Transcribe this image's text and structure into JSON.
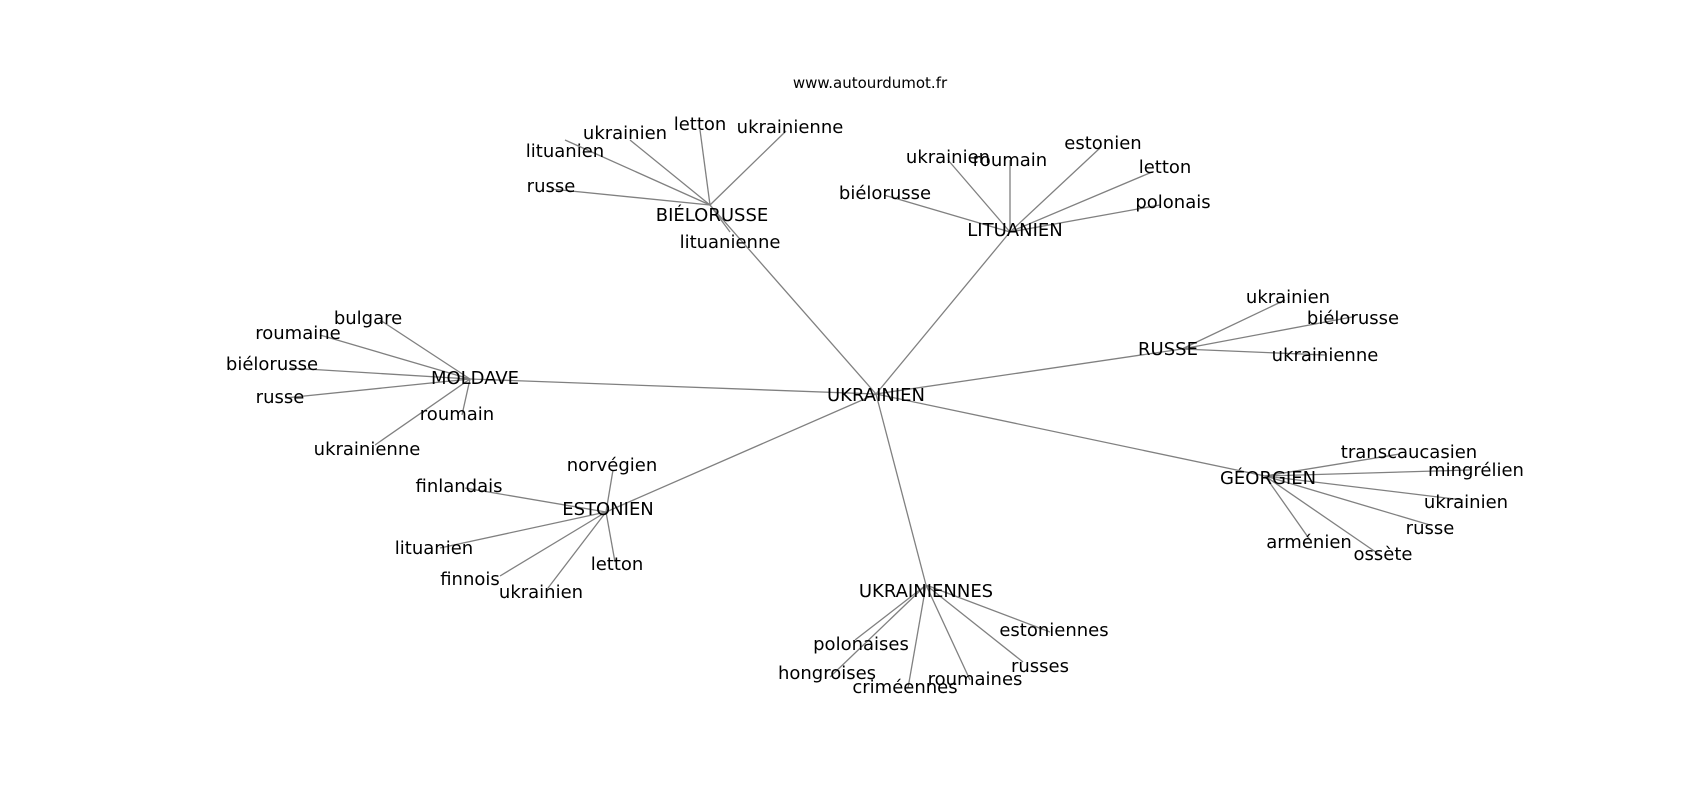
{
  "source": "www.autourdumot.fr",
  "center": "UKRAINIEN",
  "clusters": [
    {
      "id": "bielorusse",
      "label": "BIÉLORUSSE",
      "leaves": [
        "lituanien",
        "ukrainien",
        "letton",
        "ukrainienne",
        "russe",
        "lituanienne"
      ]
    },
    {
      "id": "lituanien",
      "label": "LITUANIEN",
      "leaves": [
        "ukrainien",
        "roumain",
        "estonien",
        "letton",
        "biélorusse",
        "polonais"
      ]
    },
    {
      "id": "russe",
      "label": "RUSSE",
      "leaves": [
        "ukrainien",
        "biélorusse",
        "ukrainienne"
      ]
    },
    {
      "id": "georgien",
      "label": "GÉORGIEN",
      "leaves": [
        "transcaucasien",
        "mingrélien",
        "ukrainien",
        "russe",
        "arménien",
        "ossète"
      ]
    },
    {
      "id": "ukrainiennes",
      "label": "UKRAINIENNES",
      "leaves": [
        "polonaises",
        "estoniennes",
        "hongroises",
        "russes",
        "criméennes",
        "roumaines"
      ]
    },
    {
      "id": "estonien",
      "label": "ESTONIEN",
      "leaves": [
        "norvégien",
        "finlandais",
        "lituanien",
        "finnois",
        "ukrainien",
        "letton"
      ]
    },
    {
      "id": "moldave",
      "label": "MOLDAVE",
      "leaves": [
        "bulgare",
        "roumaine",
        "biélorusse",
        "russe",
        "roumain",
        "ukrainienne"
      ]
    }
  ]
}
